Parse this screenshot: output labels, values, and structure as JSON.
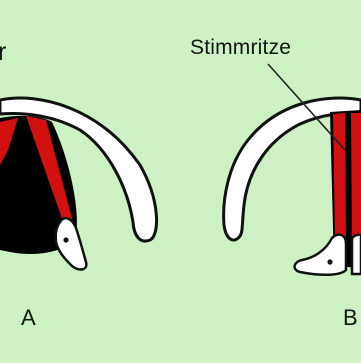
{
  "labels": {
    "partial_left": "r",
    "callout": "Stimmritze",
    "panel_a": "A",
    "panel_b": "B"
  },
  "colors": {
    "background": "#cdf0c4",
    "muscle": "#d21010",
    "glottis_fill": "#000000",
    "cartilage_fill": "#ffffff",
    "outline": "#111111"
  }
}
